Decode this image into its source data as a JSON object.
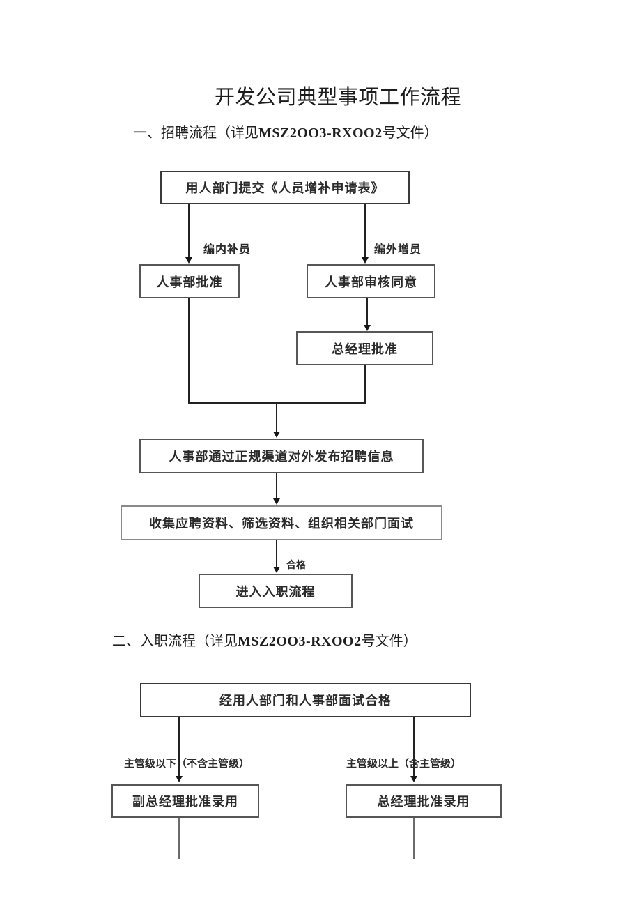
{
  "document": {
    "title": "开发公司典型事项工作流程"
  },
  "sections": [
    {
      "heading_prefix": "一、招聘流程（详见",
      "heading_code": "MSZ2OO3-RXOO2",
      "heading_suffix": "号文件）"
    },
    {
      "heading_prefix": "二、入职流程（详见",
      "heading_code": "MSZ2OO3-RXOO2",
      "heading_suffix": "号文件）"
    }
  ],
  "flowchart_recruitment": {
    "submit_box": "用人部门提交《人员增补申请表》",
    "branch_left_label": "编内补员",
    "branch_right_label": "编外增员",
    "hr_approve_box": "人事部批准",
    "hr_review_box": "人事部审核同意",
    "gm_approve_box": "总经理批准",
    "publish_box": "人事部通过正规渠道对外发布招聘信息",
    "collect_box": "收集应聘资料、筛选资料、组织相关部门面试",
    "pass_label": "合格",
    "enter_box": "进入入职流程"
  },
  "flowchart_onboarding": {
    "interview_box": "经用人部门和人事部面试合格",
    "branch_left_label": "主管级以下（不含主管级）",
    "branch_right_label": "主管级以上（含主管级）",
    "deputy_gm_box": "副总经理批准录用",
    "gm_box": "总经理批准录用"
  },
  "colors": {
    "background": "#ffffff",
    "box_border": "#565656",
    "box_border_dark": "#3a3a3a",
    "box_border_light": "#8a8a8a",
    "line": "#222222",
    "text": "#2a2a2a"
  }
}
